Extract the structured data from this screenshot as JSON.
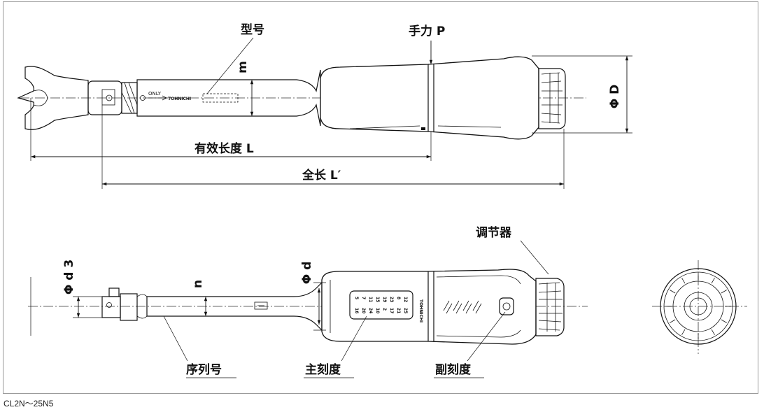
{
  "labels": {
    "model": "型号",
    "hand_force": "手力 P",
    "effective_length": "有效长度 L",
    "total_length": "全长 L′",
    "phi_D": "Φ D",
    "m": "m",
    "adjuster": "调节器",
    "phi_d3": "Φ d 3",
    "n": "n",
    "phi_d": "Φ d",
    "serial_number": "序列号",
    "main_scale": "主刻度",
    "sub_scale": "副刻度"
  },
  "markings": {
    "only": "ONLY",
    "brand": "TOHNICHI"
  },
  "scale_numbers": [
    "5",
    "7",
    "11",
    "15",
    "19",
    "23",
    "8",
    "12",
    "16",
    "20",
    "24",
    "10",
    "2",
    "17",
    "21",
    "25"
  ],
  "caption": "CL2N～25N5"
}
